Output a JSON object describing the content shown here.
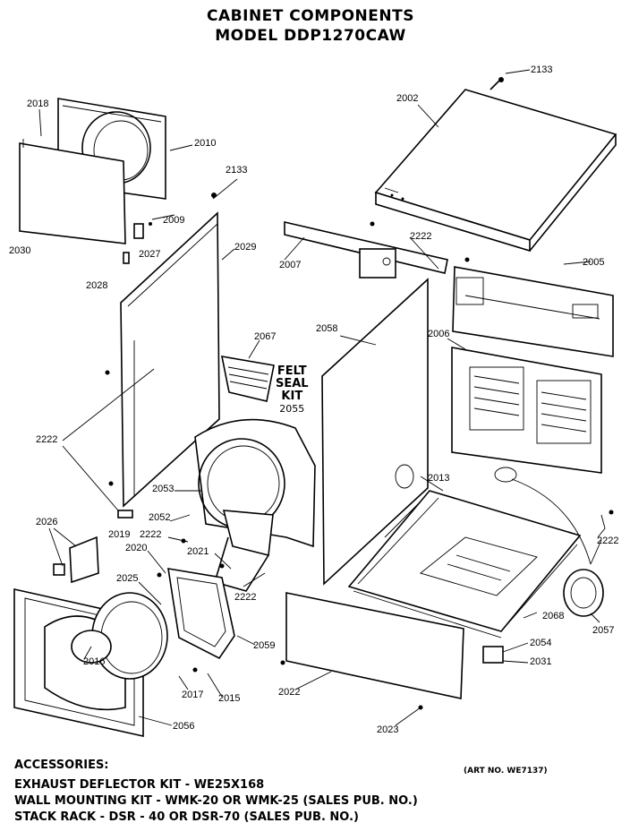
{
  "title_line1": "CABINET COMPONENTS",
  "title_line2": "MODEL DDP1270CAW",
  "felt_seal_kit": {
    "line1": "FELT",
    "line2": "SEAL",
    "line3": "KIT",
    "number": "2055"
  },
  "callouts": {
    "c2133a": "2133",
    "c2002": "2002",
    "c2018": "2018",
    "c2010": "2010",
    "c2133b": "2133",
    "c2009": "2009",
    "c2027": "2027",
    "c2030": "2030",
    "c2029": "2029",
    "c2222a": "2222",
    "c2007": "2007",
    "c2005": "2005",
    "c2028": "2028",
    "c2067": "2067",
    "c2058": "2058",
    "c2006": "2006",
    "c2222b": "2222",
    "c2013": "2013",
    "c2053": "2053",
    "c2026": "2026",
    "c2052": "2052",
    "c2222c": "2222",
    "c2019": "2019",
    "c2020": "2020",
    "c2021": "2021",
    "c2222d": "2222",
    "c2025": "2025",
    "c2222e": "2222",
    "c2068": "2068",
    "c2057": "2057",
    "c2059": "2059",
    "c2054": "2054",
    "c2031": "2031",
    "c2016": "2016",
    "c2017": "2017",
    "c2015": "2015",
    "c2022": "2022",
    "c2056": "2056",
    "c2023": "2023"
  },
  "accessories": {
    "heading": "ACCESSORIES:",
    "line1": "EXHAUST DEFLECTOR KIT - WE25X168",
    "line2": "WALL MOUNTING KIT - WMK-20 OR WMK-25 (SALES PUB. NO.)",
    "line3": "STACK RACK - DSR - 40 OR DSR-70 (SALES PUB. NO.)"
  },
  "art_number": "(ART NO. WE7137)"
}
